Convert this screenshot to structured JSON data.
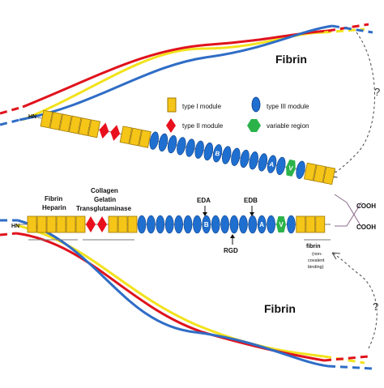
{
  "fibrin_labels": [
    "Fibrin",
    "Fibrin"
  ],
  "question_marks": [
    "?",
    "?"
  ],
  "legend": {
    "type1": "type I module",
    "type2": "type II module",
    "type3": "type III module",
    "variable": "variable region"
  },
  "terminals": {
    "hn_top": "HN",
    "hn_bottom": "HN",
    "cooh_top": "COOH",
    "cooh_bottom": "COOH"
  },
  "domains": {
    "fibrin_heparin_1": "Fibrin",
    "fibrin_heparin_2": "Heparin",
    "collagen_1": "Collagen",
    "collagen_2": "Gelatin",
    "collagen_3": "Transglutaminase",
    "eda": "EDA",
    "edb": "EDB",
    "rgd": "RGD",
    "fibrin_c_1": "fibrin",
    "fibrin_c_2": "(non-",
    "fibrin_c_3": "covalent",
    "fibrin_c_4": "binding)"
  },
  "module_letters": {
    "extra_a": "A",
    "extra_b": "B",
    "variable": "V"
  },
  "colors": {
    "type1_fill": "#f5c518",
    "type1_stroke": "#a07800",
    "type2_fill": "#e8101c",
    "type3_fill": "#1f6fd0",
    "type3_stroke": "#0c3f86",
    "variable_fill": "#2bb34a",
    "fibrin_red": "#e0121c",
    "fibrin_blue": "#2f6dc6",
    "fibrin_yellow": "#f2e21c",
    "line_gray": "#7a7a7a",
    "crosslink": "#8a6a8a"
  }
}
